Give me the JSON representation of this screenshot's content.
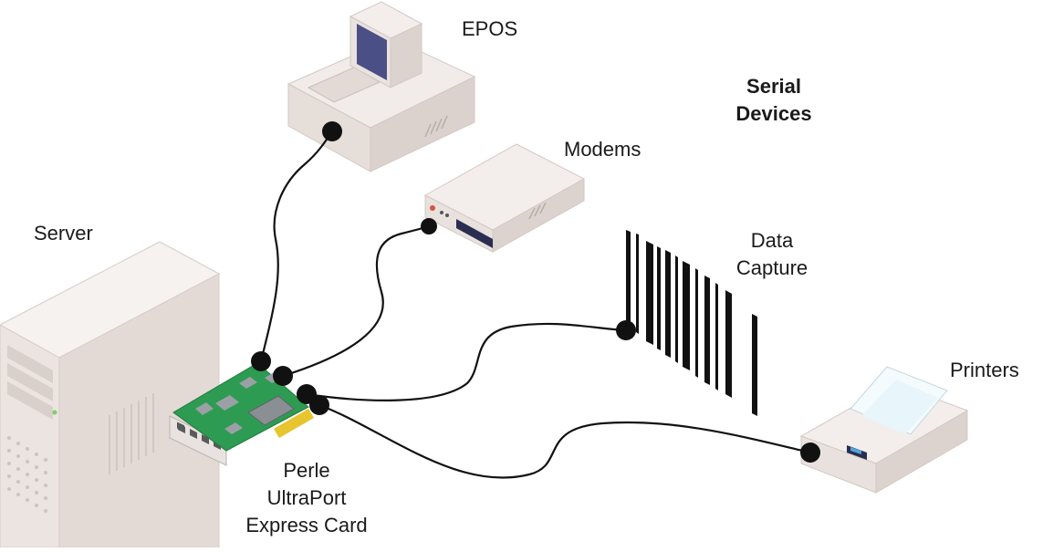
{
  "labels": {
    "epos": "EPOS",
    "serial_devices_line1": "Serial",
    "serial_devices_line2": "Devices",
    "modems": "Modems",
    "server": "Server",
    "data_capture_line1": "Data",
    "data_capture_line2": "Capture",
    "printers": "Printers",
    "card_line1": "Perle",
    "card_line2": "UltraPort",
    "card_line3": "Express Card"
  },
  "colors": {
    "device_light": "#f3eeec",
    "device_mid": "#e3dad6",
    "device_dark": "#c9bcb7",
    "card_green": "#2e9b52",
    "cable": "#111111",
    "screen": "#4a4f85"
  }
}
